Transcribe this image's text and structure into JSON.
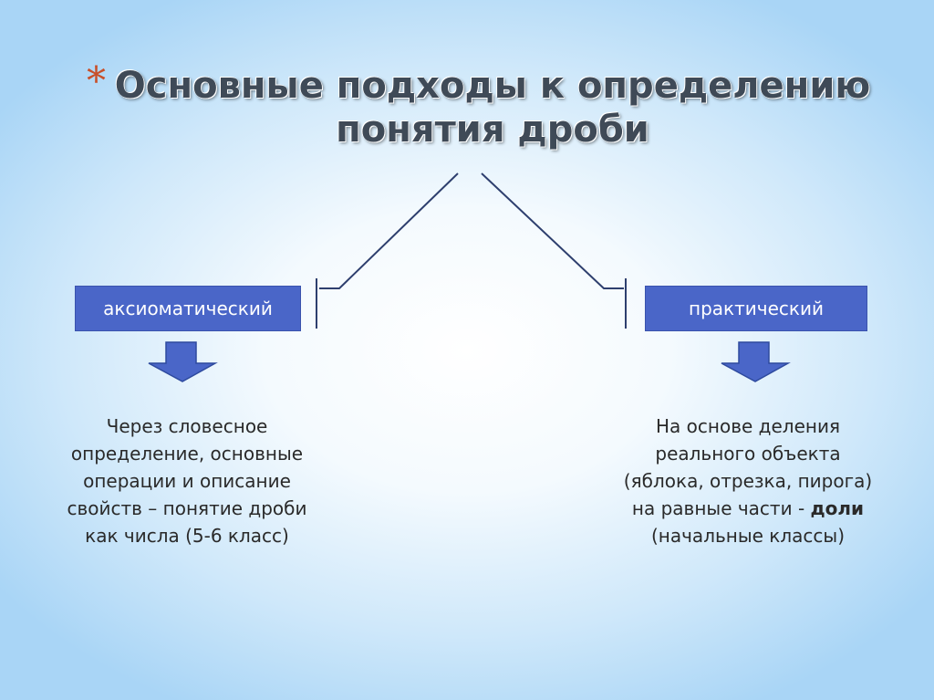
{
  "title": {
    "bullet": "*",
    "line1": "Основные подходы к определению",
    "line2": "понятия дроби"
  },
  "approaches": [
    {
      "label": "аксиоматический",
      "description": [
        "Через словесное",
        "определение, основные",
        "операции и описание",
        "свойств – понятие дроби",
        "как числа (5-6 класс)"
      ]
    },
    {
      "label": "практический",
      "description_lines": [
        "На основе деления",
        "реального объекта",
        "(яблока, отрезка, пирога)"
      ],
      "description_prefix": "на равные части - ",
      "description_bold": "доли",
      "description_last": "(начальные классы)"
    }
  ],
  "colors": {
    "box_fill": "#4a66c8",
    "arrow_fill": "#4a66c8",
    "connector": "#2e3f6e",
    "bullet": "#c8502a"
  }
}
